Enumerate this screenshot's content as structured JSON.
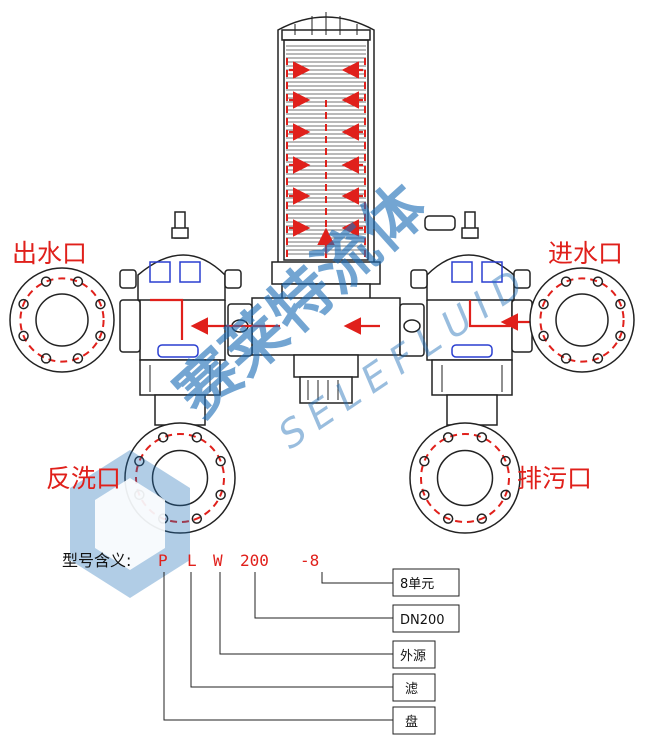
{
  "ports": {
    "outlet": "出水口",
    "inlet": "进水口",
    "backwash": "反洗口",
    "drain": "排污口"
  },
  "watermark": {
    "cn": "赛莱特流体",
    "en": "SELEFLUID"
  },
  "model": {
    "heading": "型号含义:",
    "codes": [
      "P",
      "L",
      "W",
      "200",
      "-8"
    ],
    "meanings": [
      "8单元",
      "DN200",
      "外源",
      "滤",
      "盘"
    ]
  },
  "colors": {
    "accent_red": "#e0201b",
    "watermark_blue": "#1f6fb8",
    "seal_blue": "#2a3fd0"
  }
}
